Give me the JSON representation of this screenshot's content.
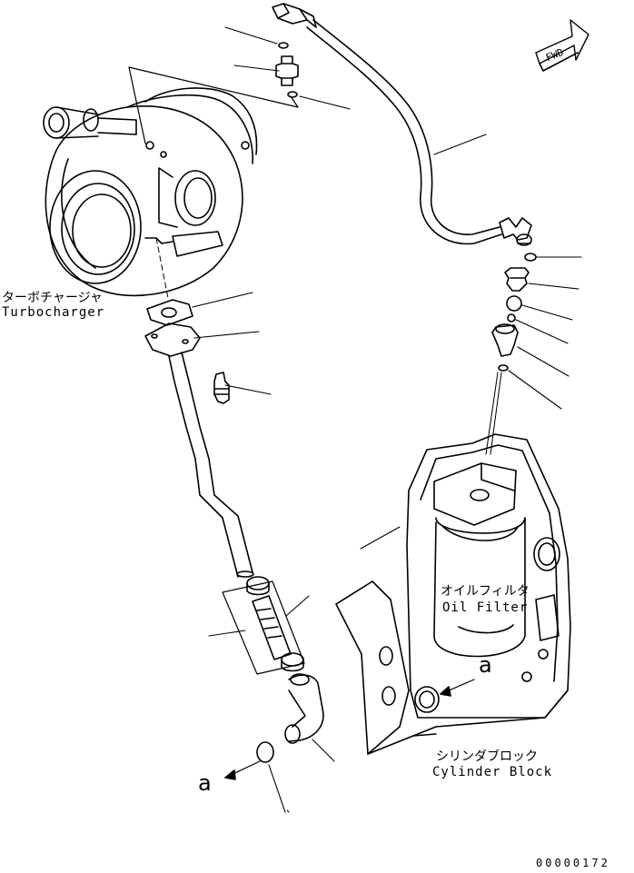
{
  "fwd_label": "FWD",
  "labels": {
    "turbocharger_ja": "ターボチャージャ",
    "turbocharger_en": "Turbocharger",
    "oil_filter_ja": "オイルフィルタ",
    "oil_filter_en": "Oil Filter",
    "cylinder_block_ja": "シリンダブロック",
    "cylinder_block_en": "Cylinder Block"
  },
  "view_marks": {
    "view_a_upper": "a",
    "view_a_lower": "a"
  },
  "drawing_code": "00000172"
}
